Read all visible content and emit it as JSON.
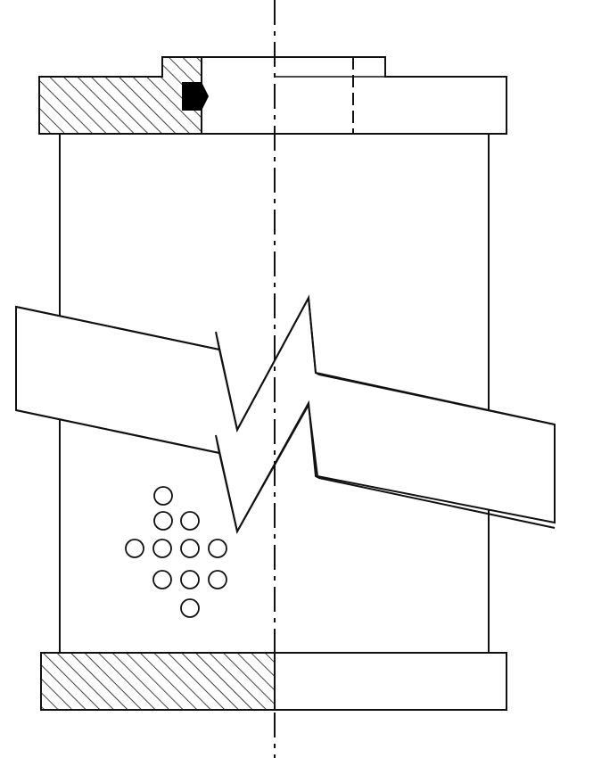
{
  "drawing": {
    "kind": "filter element cross-section (technical drawing)",
    "parts": [
      "top-end-cap",
      "o-ring-seal",
      "cylindrical-body",
      "break-lines",
      "perforation-holes",
      "bottom-end-cap",
      "center-axis"
    ],
    "perforation_rows": [
      1,
      2,
      4,
      3,
      1
    ],
    "line_color": "#111111",
    "background": "#ffffff"
  }
}
